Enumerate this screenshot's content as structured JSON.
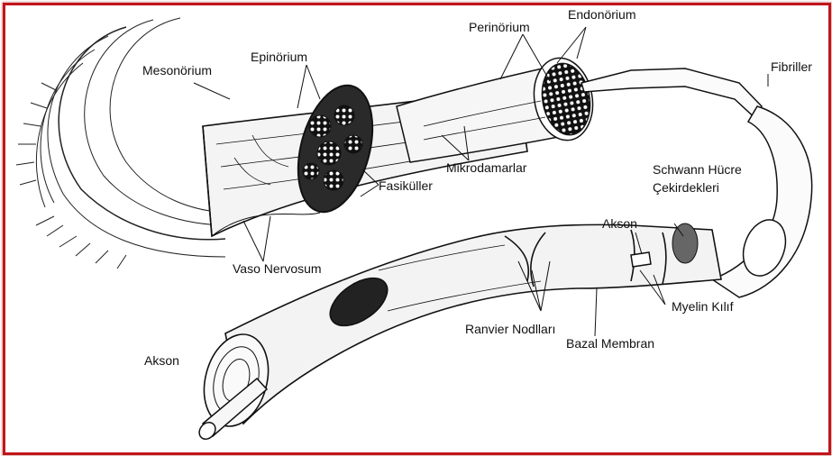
{
  "colors": {
    "border": "#c0151b",
    "ink": "#111111"
  },
  "labels": {
    "mesonorium": "Mesonörium",
    "epinorium": "Epinörium",
    "perinorium": "Perinörium",
    "endonorium": "Endonörium",
    "fibriller": "Fibriller",
    "mikrodamarlar": "Mikrodamarlar",
    "fasikuller": "Fasiküller",
    "schwann_line1": "Schwann Hücre",
    "schwann_line2": "Çekirdekleri",
    "akson_top": "Akson",
    "vaso_nervosum": "Vaso Nervosum",
    "myelin_kilif": "Myelin Kılıf",
    "ranvier_nodllari": "Ranvier Nodlları",
    "bazal_membran": "Bazal Membran",
    "akson_bottom": "Akson"
  }
}
